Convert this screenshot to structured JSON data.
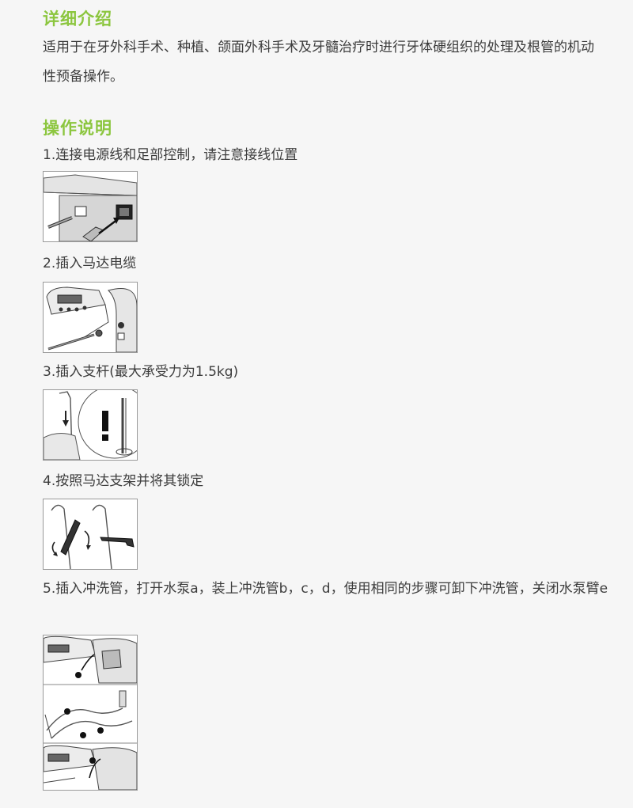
{
  "intro": {
    "title": "详细介绍",
    "text": "适用于在牙外科手术、种植、颌面外科手术及牙髓治疗时进行牙体硬组织的处理及根管的机动性预备操作。"
  },
  "instructions": {
    "title": "操作说明",
    "steps": [
      {
        "text": "1.连接电源线和足部控制，请注意接线位置",
        "image_icon": "power-and-foot-control-connection-illustration"
      },
      {
        "text": "2.插入马达电缆",
        "image_icon": "motor-cable-insertion-illustration"
      },
      {
        "text": "3.插入支杆(最大承受力为1.5kg)",
        "image_icon": "support-rod-insertion-illustration"
      },
      {
        "text": "4.按照马达支架并将其锁定",
        "image_icon": "motor-holder-lock-illustration"
      },
      {
        "text": "5.插入冲洗管，打开水泵a，装上冲洗管b，c，d，使用相同的步骤可卸下冲洗管，关闭水泵臂e",
        "image_icon": "irrigation-tube-pump-illustration"
      }
    ]
  },
  "colors": {
    "accent": "#8cc63f",
    "text": "#3c3c3c",
    "background": "#f6f6f6"
  }
}
